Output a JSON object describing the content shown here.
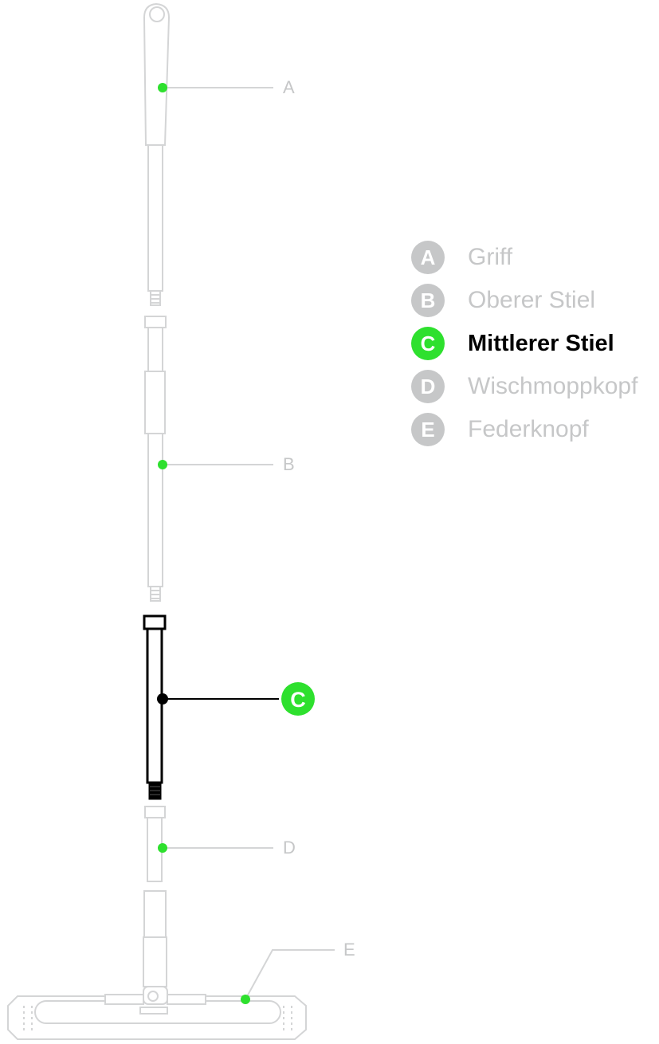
{
  "colors": {
    "faded": "#c6c7c8",
    "faded_stroke": "#d4d5d6",
    "active": "#000000",
    "accent": "#2ee02e"
  },
  "parts": [
    {
      "letter": "A",
      "name": "Griff",
      "active": false
    },
    {
      "letter": "B",
      "name": "Oberer Stiel",
      "active": false
    },
    {
      "letter": "C",
      "name": "Mittlerer Stiel",
      "active": true
    },
    {
      "letter": "D",
      "name": "Wischmoppkopf",
      "active": false
    },
    {
      "letter": "E",
      "name": "Federknopf",
      "active": false
    }
  ],
  "icons": {
    "marker": "dot-marker-icon"
  }
}
